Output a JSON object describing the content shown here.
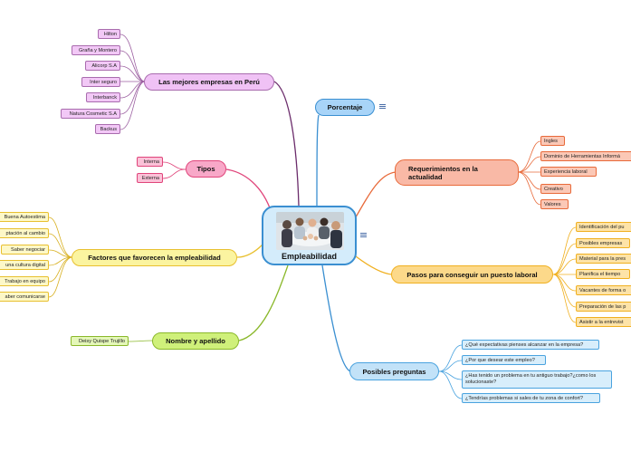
{
  "center": {
    "title": "Empleabilidad",
    "image_icon": "team-photo"
  },
  "colors": {
    "blue": "#3a8fd1",
    "purple": "#6b2c6b",
    "pink": "#e0457b",
    "yellow": "#e8c030",
    "green": "#8ab82a",
    "orange": "#e86a3a",
    "gold": "#f0b020",
    "light_blue": "#4aa3df"
  },
  "branches": {
    "mejores_empresas": {
      "label": "Las mejores empresas en Perú",
      "items": [
        "Hilton",
        "Graña y Montero",
        "Alicorp S.A",
        "Inter seguro",
        "Interbanck",
        "Natura Cosmetic S.A",
        "Backus"
      ]
    },
    "tipos": {
      "label": "Tipos",
      "items": [
        "Interna",
        "Externa"
      ]
    },
    "factores": {
      "label": "Factores que favorecen la empleabilidad",
      "items": [
        "Buena Autoestima",
        "ptación al cambio",
        "Saber negociar",
        "una cultura digital",
        "Trabajo en equipo",
        "aber comunicarse"
      ]
    },
    "nombre": {
      "label": "Nombre y apellido",
      "items": [
        "Deisy Quispe Trujillo"
      ]
    },
    "porcentaje": {
      "label": "Porcentaje",
      "note_icon": "notes-icon"
    },
    "requerimientos": {
      "label": "Requerimientos en la actualidad",
      "items": [
        "Ingles",
        "Dominio de Herramientas Informá",
        "Experiencia laboral",
        "Creativo",
        "Valores"
      ]
    },
    "pasos": {
      "label": "Pasos para conseguir un puesto laboral",
      "note_icon": "notes-icon",
      "items": [
        "Identificación del pu",
        "Posibles empresas",
        "Material para la pres",
        "Planifica el tiempo",
        "Vacantes de forma o",
        "Preparación de las p",
        "Asistir a la entrevist"
      ]
    },
    "preguntas": {
      "label": "Posibles preguntas",
      "items": [
        "¿Qué expectativas pienses alcanzar en la empresa?",
        "¿Por que desear este empleo?",
        "¿Has tenido un problema en tu antiguo trabajo?¿como los solucionaste?",
        "¿Tendrías problemas si sales de tu zona de confort?"
      ]
    }
  }
}
